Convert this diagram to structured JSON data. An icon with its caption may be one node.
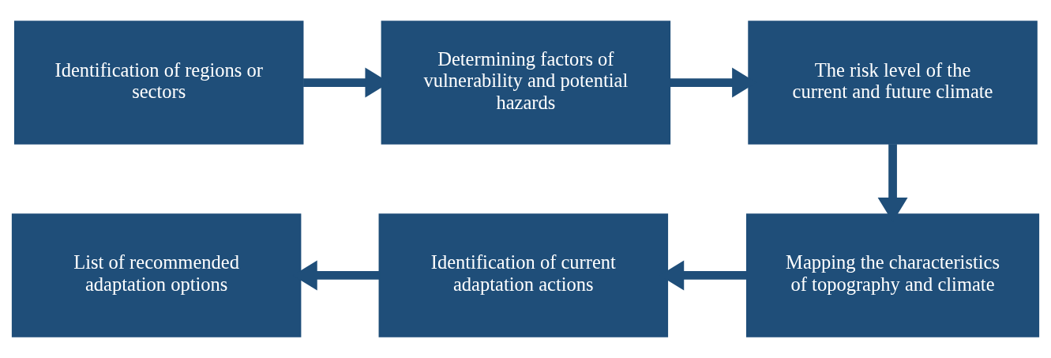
{
  "diagram": {
    "nodes": [
      {
        "text": [
          "Identification of regions or sectors"
        ]
      },
      {
        "text": [
          "Determining factors of vulnerability and potential hazards"
        ]
      },
      {
        "text": [
          "The risk level of the current and future climate"
        ]
      },
      {
        "text": [
          "Mapping the characteristics of topography and climate"
        ]
      },
      {
        "text": [
          "Identification of current adaptation actions"
        ]
      },
      {
        "text": [
          "List of recommended adaptation options"
        ]
      }
    ],
    "edges": [
      {
        "from": 0,
        "to": 1,
        "arrow": "to"
      },
      {
        "from": 1,
        "to": 2,
        "arrow": "to"
      },
      {
        "from": 2,
        "to": 3,
        "arrow": "to"
      },
      {
        "from": 3,
        "to": 4,
        "arrow": "to"
      },
      {
        "from": 4,
        "to": 5,
        "arrow": "to"
      }
    ]
  }
}
